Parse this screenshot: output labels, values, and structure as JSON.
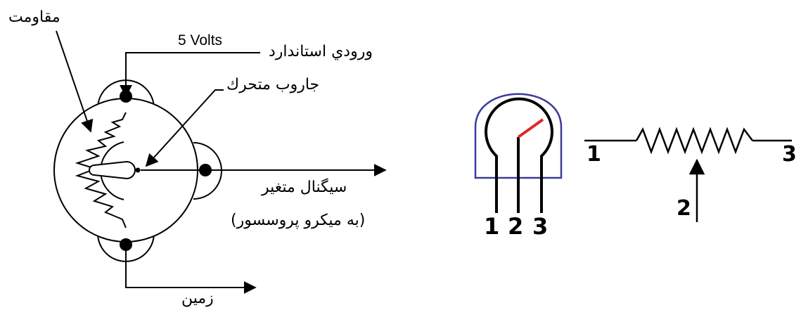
{
  "pot_diagram": {
    "resistor_label": "مقاومت",
    "voltage_label": "5 Volts",
    "standard_input_label": "ورودي استاندارد",
    "wiper_label": "جاروب متحرك",
    "signal_label": "سيگنال متغير",
    "signal_sub_label": "(به ميكرو پروسسور)",
    "ground_label": "زمين"
  },
  "pin_diagram": {
    "pin_labels": [
      "1",
      "2",
      "3"
    ],
    "outline_color": "#3b3b9b",
    "wiper_color": "#e02828"
  },
  "schematic": {
    "end_label_left": "1",
    "end_label_right": "3",
    "wiper_label": "2"
  }
}
